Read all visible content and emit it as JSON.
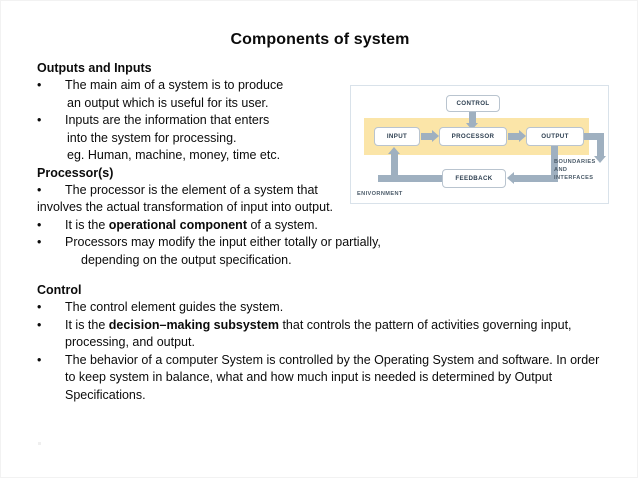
{
  "slide": {
    "title": "Components of system",
    "sections": [
      {
        "heading": "Outputs and Inputs",
        "items": [
          {
            "bullet": "•",
            "line1": "The main aim of a system is to produce",
            "line2": "an output which is useful for its user."
          },
          {
            "bullet": "•",
            "line1": "Inputs are the information that enters",
            "line2": "into the system for processing.",
            "line3": "eg. Human, machine, money, time etc."
          }
        ]
      },
      {
        "heading": "Processor(s)",
        "items": [
          {
            "bullet": "•",
            "line1": "The processor is the element of a system that",
            "line2": "involves the actual transformation of input into output."
          },
          {
            "bullet": "•",
            "pre": "It is the ",
            "strong": "operational component",
            "post": " of a system."
          },
          {
            "bullet": "•",
            "line1": "Processors may modify the input either totally or partially,",
            "line2": "depending on the output specification."
          }
        ]
      },
      {
        "heading": "Control",
        "items": [
          {
            "bullet": "•",
            "line1": "The control element guides the system."
          },
          {
            "bullet": "•",
            "pre": "It is the ",
            "strong": "decision–making subsystem",
            "post": " that controls the pattern of activities governing input, processing, and output."
          },
          {
            "bullet": "•",
            "line1": "The behavior of a computer System is controlled by the Operating System and software. In order to keep system in balance, what and how much input is needed is determined by Output Specifications."
          }
        ]
      }
    ]
  },
  "diagram": {
    "boxes": {
      "control": "CONTROL",
      "input": "INPUT",
      "processor": "PROCESSOR",
      "output": "OUTPUT",
      "feedback": "FEEDBACK"
    },
    "labels": {
      "environment": "ENIVORNMENT",
      "boundaries_line1": "BOUNDARIES",
      "boundaries_line2": "AND",
      "boundaries_line3": "INTERFACES"
    },
    "colors": {
      "band": "#fbe5a8",
      "arrow": "#9fb0c0",
      "box_border": "#b9c4cf",
      "frame_border": "#d9e2ea",
      "box_text": "#2c3e50"
    }
  }
}
